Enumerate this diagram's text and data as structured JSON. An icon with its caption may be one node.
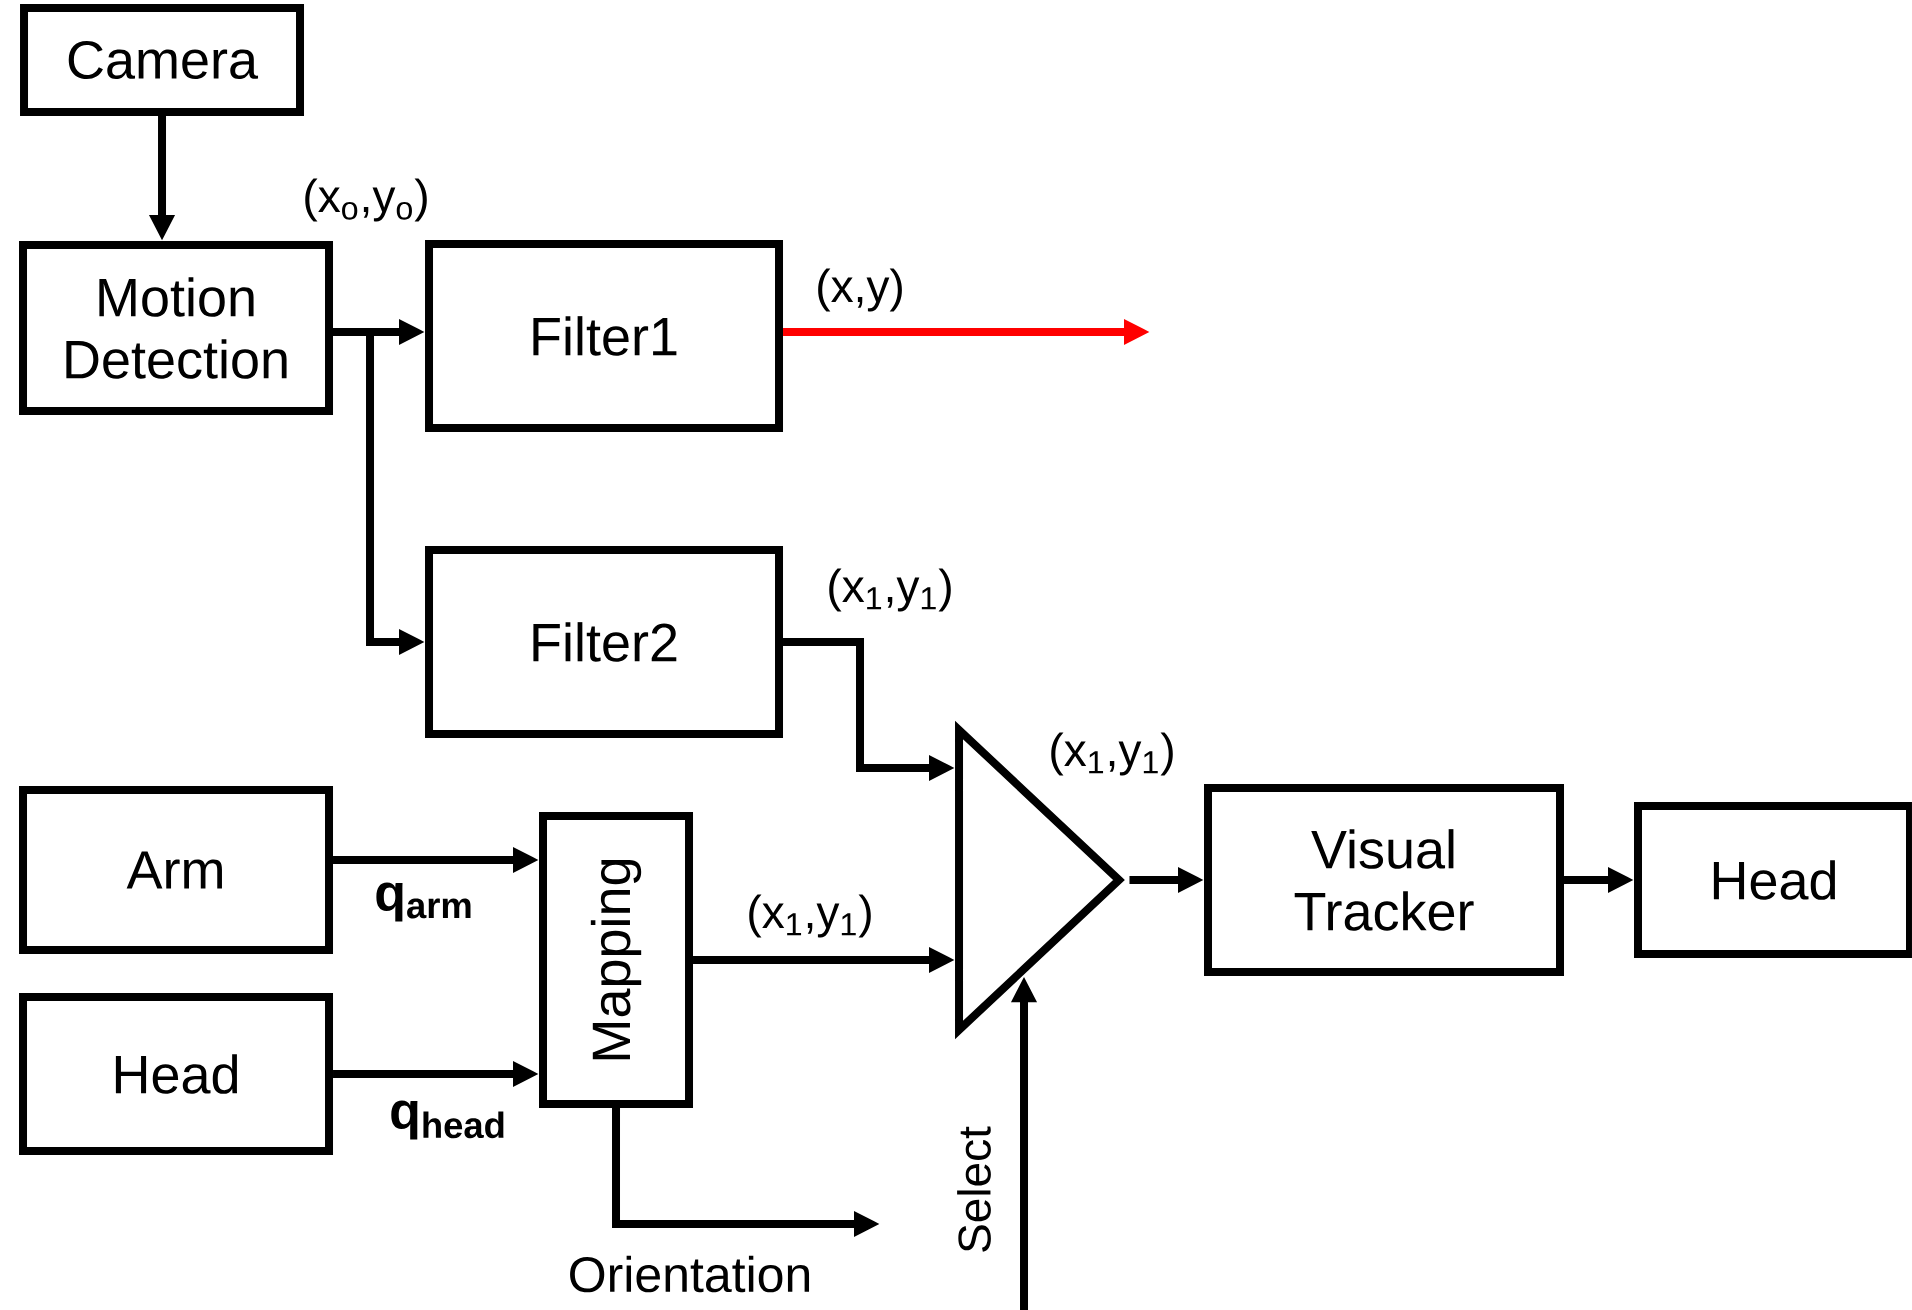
{
  "diagram": {
    "nodes": [
      {
        "text": [
          "Camera"
        ]
      },
      {
        "text": [
          "Motion Detection"
        ],
        "beside": [
          "(x$_{o}$,y$_{o}$)"
        ]
      },
      {
        "text": [
          "Filter1"
        ]
      },
      {
        "text": [
          "Filter2"
        ]
      },
      {
        "text": [
          "Arm"
        ]
      },
      {
        "text": [
          "Head"
        ]
      },
      {
        "text": [
          "Mapping"
        ]
      },
      {
        "text": [],
        "shape": "triangle"
      },
      {
        "text": [
          "Visual Tracker"
        ]
      },
      {
        "text": [
          "Head"
        ]
      }
    ],
    "edges": [
      {
        "from": 0,
        "to": 1,
        "arrow": "to"
      },
      {
        "from": 1,
        "to": 2,
        "arrow": "to"
      },
      {
        "from": 1,
        "to": 3,
        "arrow": "to"
      },
      {
        "from": 2,
        "to": null,
        "arrow": "to",
        "color": "#ff0000",
        "label": "(x,y)"
      },
      {
        "from": 3,
        "to": 7,
        "arrow": "to",
        "label": "(x$_{1}$,y$_{1}$)"
      },
      {
        "from": 4,
        "to": 6,
        "arrow": "to",
        "label": "q$_{arm}$"
      },
      {
        "from": 5,
        "to": 6,
        "arrow": "to",
        "label": "q$_{head}$"
      },
      {
        "from": 6,
        "to": 7,
        "arrow": "to",
        "label": "(x$_{1}$,y$_{1}$)"
      },
      {
        "from": 6,
        "to": null,
        "arrow": "to",
        "label": "Orientation"
      },
      {
        "from": null,
        "to": 7,
        "arrow": "to",
        "label": "Select"
      },
      {
        "from": 7,
        "to": 8,
        "arrow": "to",
        "label": "(x$_{1}$,y$_{1}$)"
      },
      {
        "from": 8,
        "to": 9,
        "arrow": "to"
      }
    ]
  }
}
